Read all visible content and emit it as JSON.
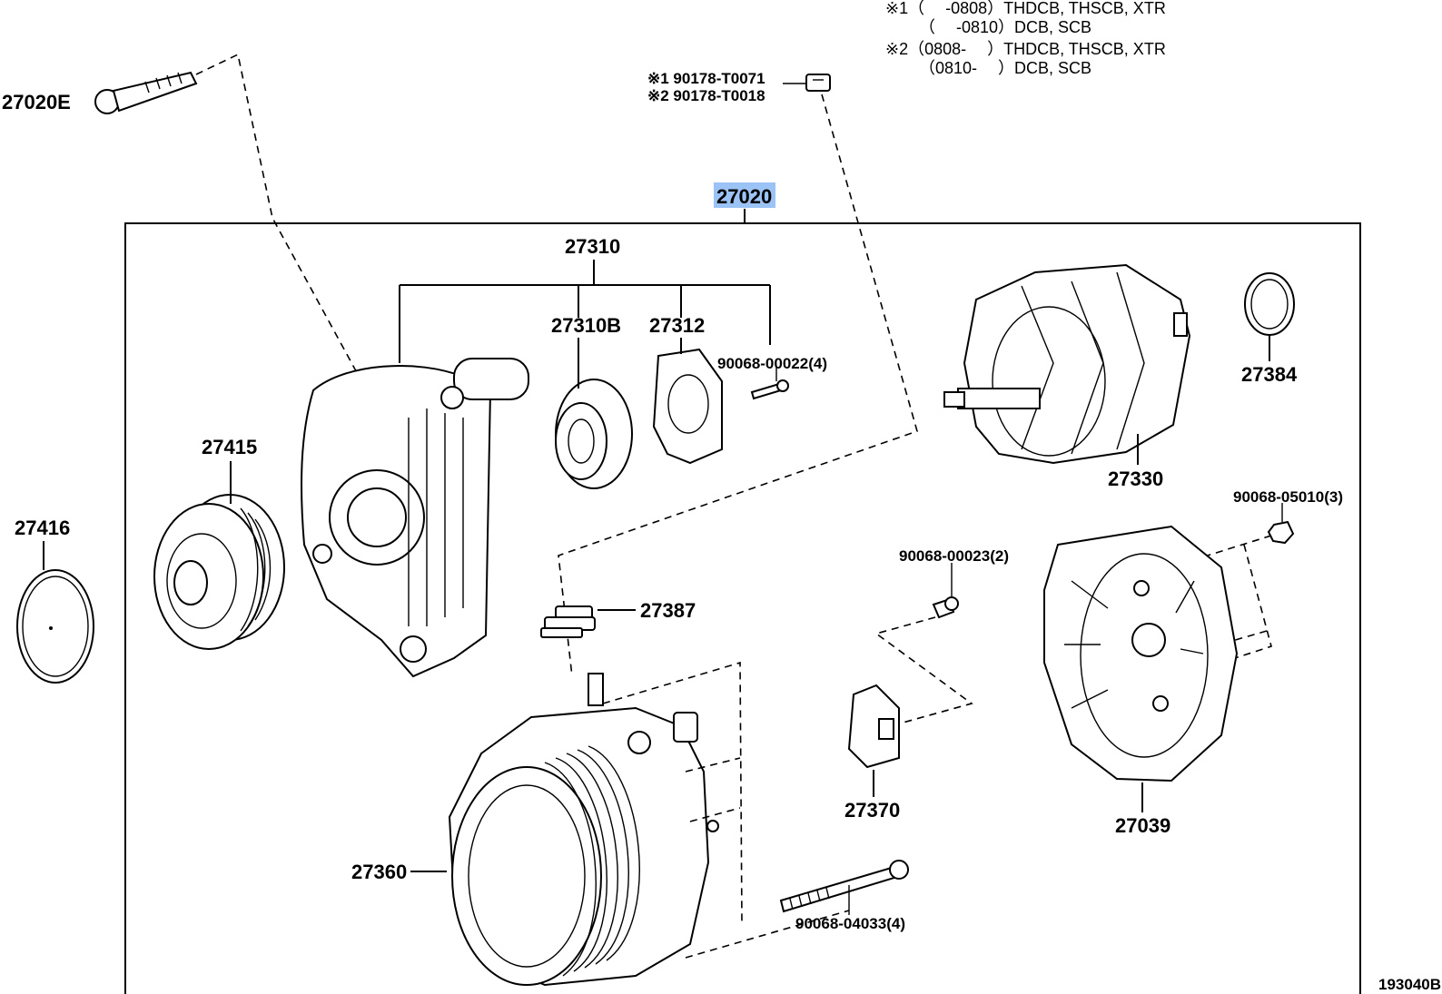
{
  "notes": {
    "n1a": "※1（　 -0808）THDCB, THSCB, XTR",
    "n1b": "（　 -0810）DCB, SCB",
    "n2a": "※2（0808-　 ）THDCB, THSCB, XTR",
    "n2b": "（0810-　 ）DCB, SCB"
  },
  "parts": {
    "p27020E": "27020E",
    "p90178a": "※1 90178-T0071",
    "p90178b": "※2 90178-T0018",
    "p27020": "27020",
    "p27310": "27310",
    "p27310B": "27310B",
    "p27312": "27312",
    "p90068_00022": "90068-00022(4)",
    "p27384": "27384",
    "p27330": "27330",
    "p27415": "27415",
    "p27416": "27416",
    "p90068_05010": "90068-05010(3)",
    "p90068_00023": "90068-00023(2)",
    "p27387": "27387",
    "p27370": "27370",
    "p27039": "27039",
    "p27360": "27360",
    "p90068_04033": "90068-04033(4)"
  },
  "figure_id": "193040B",
  "colors": {
    "highlight": "#9cc3f5",
    "line": "#000000"
  }
}
